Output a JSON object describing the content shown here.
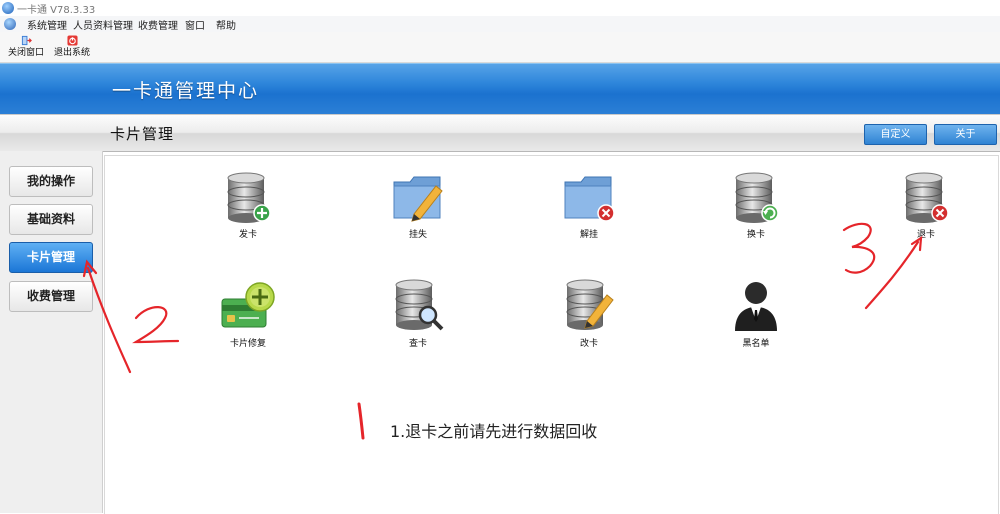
{
  "window": {
    "title": "一卡通 V78.3.33"
  },
  "menu": [
    "系统管理",
    "人员资料管理",
    "收费管理",
    "窗口",
    "帮助"
  ],
  "toolbar": {
    "close_window": "关闭窗口",
    "exit_system": "退出系统"
  },
  "header": {
    "title": "一卡通管理中心"
  },
  "section": {
    "title": "卡片管理",
    "customize": "自定义",
    "about": "关于"
  },
  "sidebar": {
    "items": [
      {
        "label": "我的操作"
      },
      {
        "label": "基础资料"
      },
      {
        "label": "卡片管理",
        "active": true
      },
      {
        "label": "收费管理"
      }
    ]
  },
  "tiles": [
    {
      "label": "发卡",
      "icon": "database-add-icon"
    },
    {
      "label": "挂失",
      "icon": "folder-edit-icon"
    },
    {
      "label": "解挂",
      "icon": "folder-remove-icon"
    },
    {
      "label": "换卡",
      "icon": "database-refresh-icon"
    },
    {
      "label": "退卡",
      "icon": "database-remove-icon"
    },
    {
      "label": "卡片修复",
      "icon": "card-add-icon"
    },
    {
      "label": "查卡",
      "icon": "database-search-icon"
    },
    {
      "label": "改卡",
      "icon": "database-edit-icon"
    },
    {
      "label": "黑名单",
      "icon": "person-icon"
    }
  ],
  "annotations": {
    "step1": "1.退卡之前请先进行数据回收",
    "marker1": "1",
    "marker2": "2",
    "marker3": "3"
  },
  "colors": {
    "header_blue": "#2e86db",
    "active_nav": "#1b76d6",
    "annotation_red": "#e5252a"
  }
}
